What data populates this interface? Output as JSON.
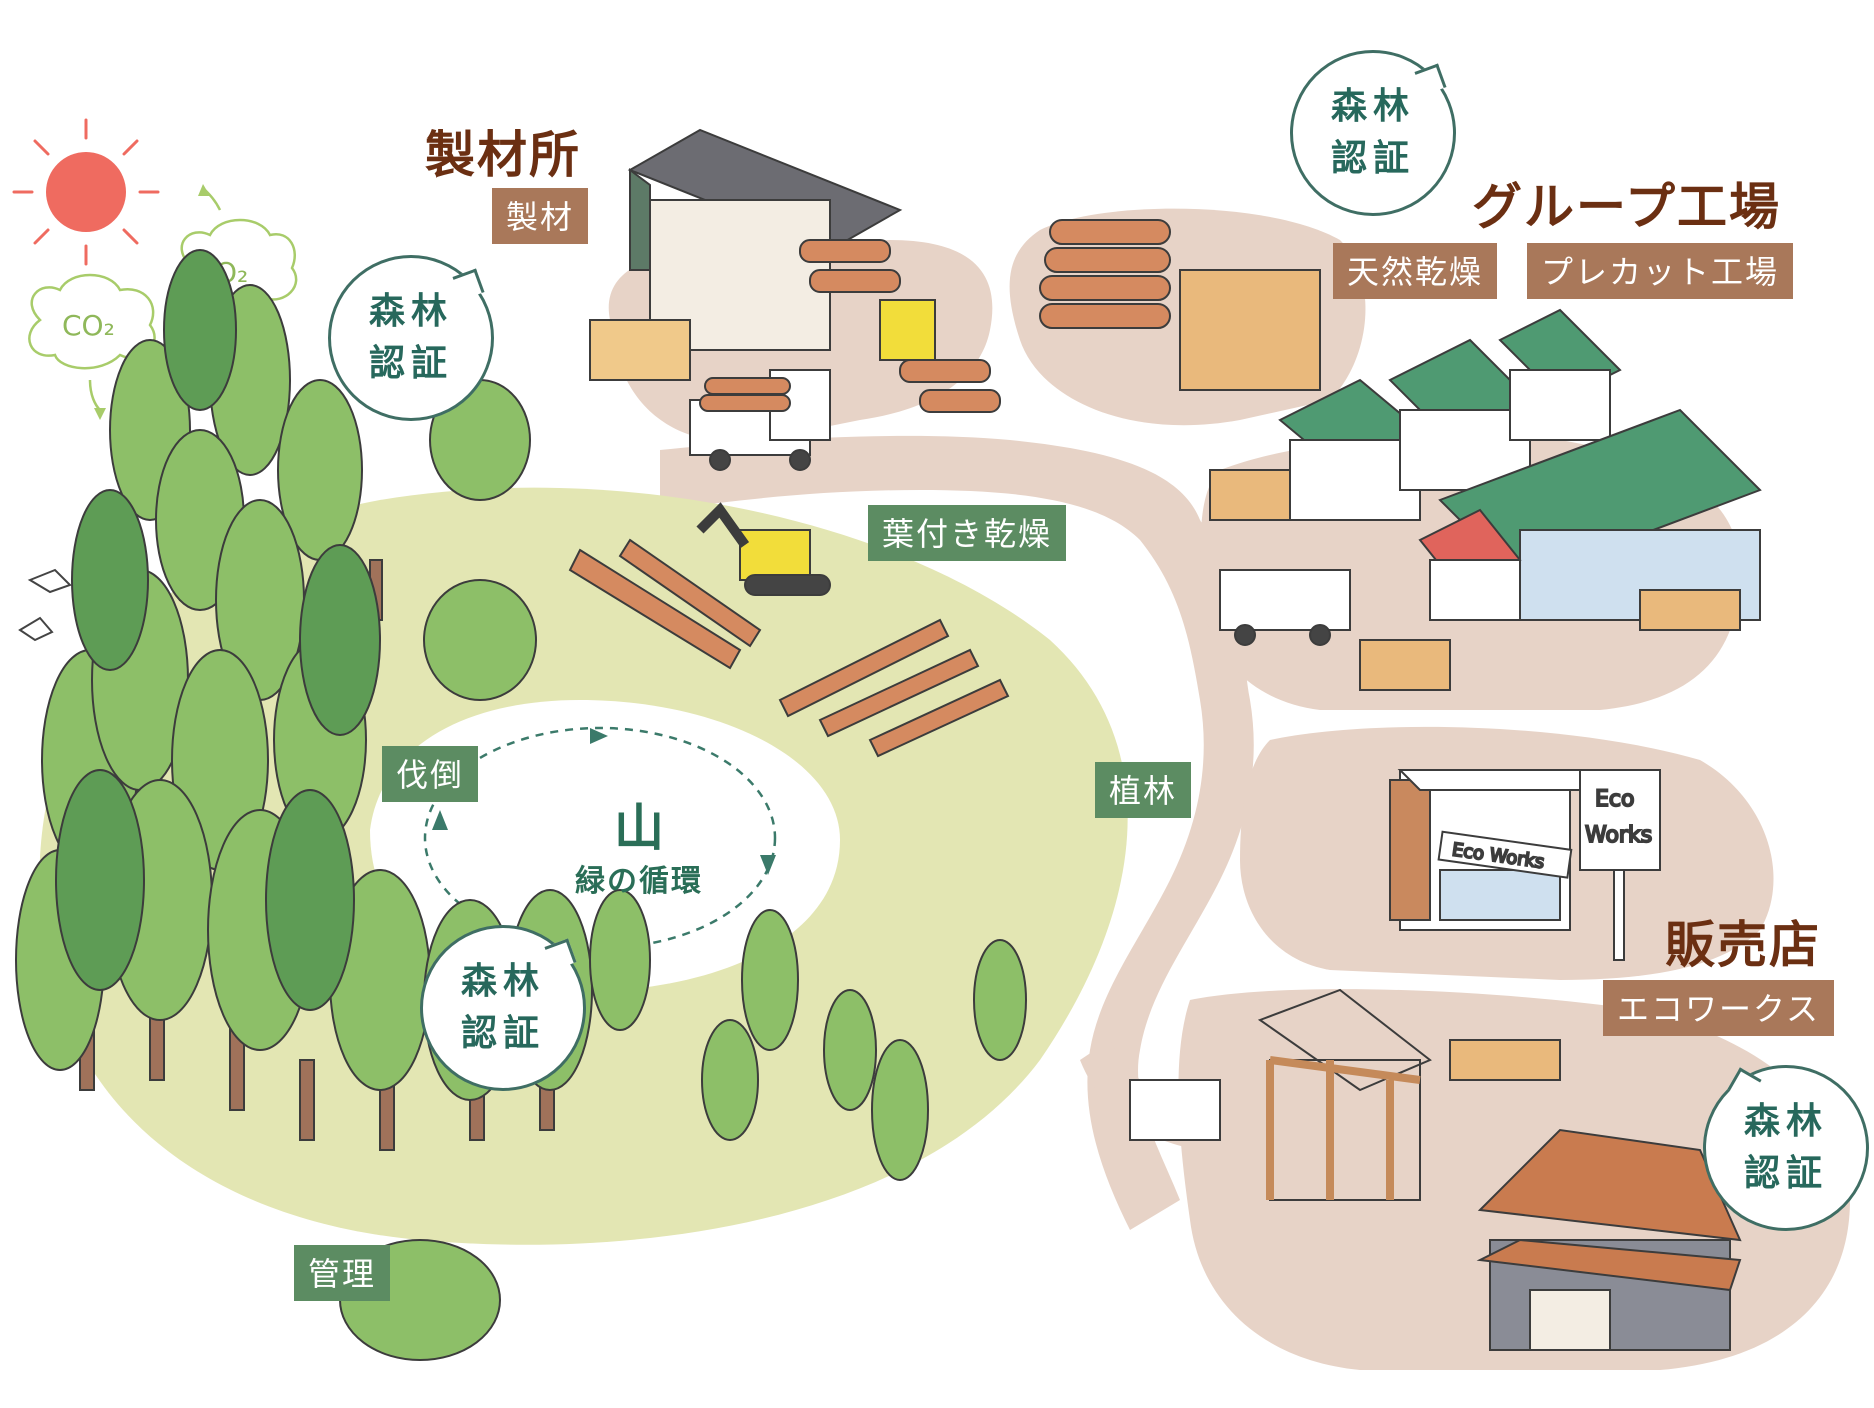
{
  "labels": {
    "sawmill": "製材所",
    "sawmill_tag": "製材",
    "group_factory": "グループ工場",
    "natural_drying": "天然乾燥",
    "precut_factory": "プレカット工場",
    "leaf_drying": "葉付き乾燥",
    "planting": "植林",
    "felling": "伐倒",
    "management": "管理",
    "store": "販売店",
    "store_tag": "エコワークス",
    "mountain": "山",
    "green_cycle": "緑の循環"
  },
  "certification": {
    "line1": "森林",
    "line2": "認証"
  },
  "annotations": {
    "co2": "CO₂",
    "o2": "O₂",
    "shop_sign": "Eco Works",
    "shop_pole_sign_line1": "Eco",
    "shop_pole_sign_line2": "Works"
  },
  "colors": {
    "title_brown": "#6b2f12",
    "tag_brown": "#a9785a",
    "tag_green": "#5c8c62",
    "cert_green": "#27685c",
    "meadow": "#e3e6b3",
    "path": "#e7d3c7",
    "tree_light": "#8dbf68",
    "tree_dark": "#5e9c55",
    "roof_green": "#4f9a72",
    "roof_red": "#e0645c",
    "sun": "#ef6b60"
  }
}
